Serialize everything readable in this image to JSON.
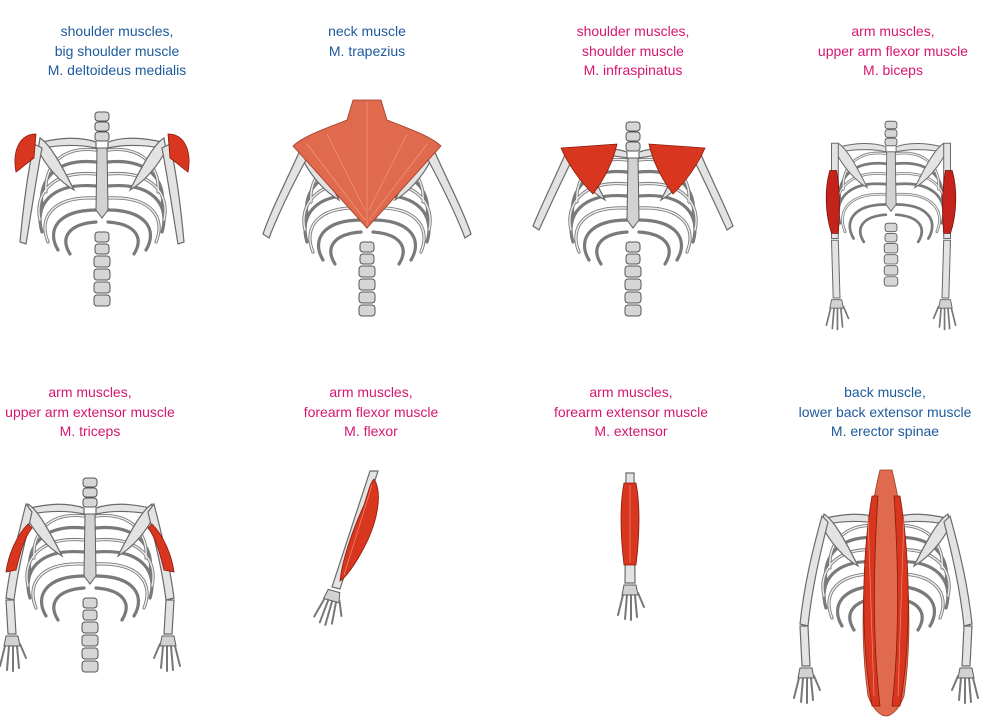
{
  "colors": {
    "blue_caption": "#1d5a9c",
    "pink_caption": "#d6166f",
    "muscle": "#d8361e"
  },
  "panels": [
    {
      "color": "blue",
      "lines": [
        "shoulder muscles,",
        "big shoulder muscle",
        "M. deltoideus medialis"
      ]
    },
    {
      "color": "blue",
      "lines": [
        "neck muscle",
        "M. trapezius"
      ]
    },
    {
      "color": "pink",
      "lines": [
        "shoulder muscles,",
        "shoulder muscle",
        "M. infraspinatus"
      ]
    },
    {
      "color": "pink",
      "lines": [
        "arm muscles,",
        "upper arm flexor muscle",
        "M. biceps"
      ]
    },
    {
      "color": "pink",
      "lines": [
        "arm muscles,",
        "upper arm extensor muscle",
        "M. triceps"
      ]
    },
    {
      "color": "pink",
      "lines": [
        "arm muscles,",
        "forearm flexor muscle",
        "M. flexor"
      ]
    },
    {
      "color": "pink",
      "lines": [
        "arm muscles,",
        "forearm extensor muscle",
        "M. extensor"
      ]
    },
    {
      "color": "blue",
      "lines": [
        "back muscle,",
        "lower back extensor muscle",
        "M. erector spinae"
      ]
    }
  ]
}
